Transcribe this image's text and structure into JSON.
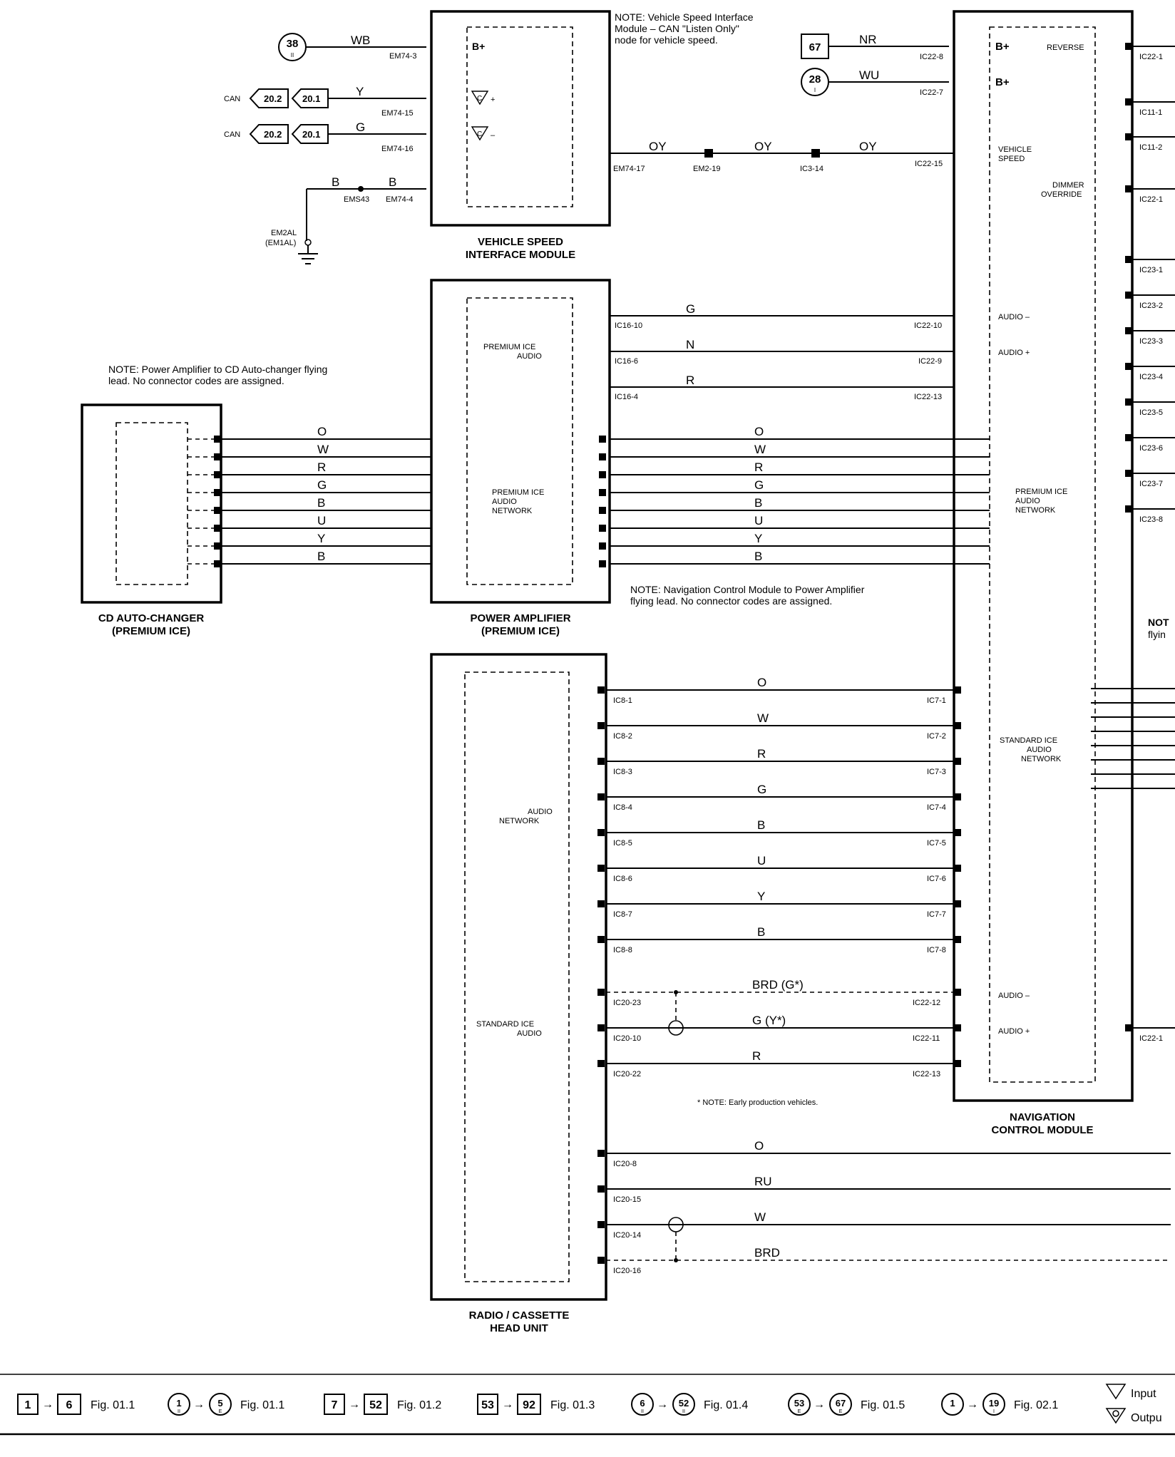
{
  "modules": {
    "vsim": {
      "title1": "VEHICLE SPEED",
      "title2": "INTERFACE MODULE",
      "pins": [
        "B+",
        "+",
        "–"
      ],
      "conns": [
        "EM74-3",
        "EM74-15",
        "EM74-16",
        "EM74-4",
        "EM74-17"
      ]
    },
    "amp": {
      "title1": "POWER AMPLIFIER",
      "title2": "(PREMIUM ICE)",
      "grp1": [
        "PREMIUM ICE",
        "AUDIO"
      ],
      "grp2": [
        "PREMIUM ICE",
        "AUDIO",
        "NETWORK"
      ],
      "conns": [
        "IC16-10",
        "IC16-6",
        "IC16-4"
      ]
    },
    "cd": {
      "title1": "CD AUTO-CHANGER",
      "title2": "(PREMIUM ICE)"
    },
    "radio": {
      "title1": "RADIO / CASSETTE",
      "title2": "HEAD UNIT",
      "grp1": [
        "AUDIO",
        "NETWORK"
      ],
      "grp2": [
        "STANDARD ICE",
        "AUDIO"
      ],
      "conns": [
        "IC8-1",
        "IC8-2",
        "IC8-3",
        "IC8-4",
        "IC8-5",
        "IC8-6",
        "IC8-7",
        "IC8-8",
        "IC20-23",
        "IC20-10",
        "IC20-22",
        "IC20-8",
        "IC20-15",
        "IC20-14",
        "IC20-16"
      ]
    },
    "nav": {
      "title1": "NAVIGATION",
      "title2": "CONTROL MODULE",
      "pins_left": [
        "B+",
        "B+",
        "VEHICLE",
        "SPEED",
        "AUDIO –",
        "AUDIO +",
        "AUDIO –",
        "AUDIO +"
      ],
      "grp_prem": [
        "PREMIUM ICE",
        "AUDIO",
        "NETWORK"
      ],
      "grp_std": [
        "STANDARD ICE",
        "AUDIO",
        "NETWORK"
      ],
      "pins_right": [
        "REVERSE",
        "DIMMER",
        "OVERRIDE"
      ],
      "conns_left": [
        "IC22-8",
        "IC22-7",
        "IC22-15",
        "IC22-10",
        "IC22-9",
        "IC22-13",
        "IC7-1",
        "IC7-2",
        "IC7-3",
        "IC7-4",
        "IC7-5",
        "IC7-6",
        "IC7-7",
        "IC7-8",
        "IC22-12",
        "IC22-11",
        "IC22-13"
      ],
      "conns_right": [
        "IC22-1",
        "IC11-1",
        "IC11-2",
        "IC22-1",
        "IC23-1",
        "IC23-2",
        "IC23-3",
        "IC23-4",
        "IC23-5",
        "IC23-6",
        "IC23-7",
        "IC23-8",
        "IC22-1"
      ]
    }
  },
  "wires": {
    "vsim_in": [
      "WB",
      "Y",
      "G",
      "B",
      "B"
    ],
    "speed": [
      "OY",
      "OY",
      "OY"
    ],
    "nav_in": [
      "NR",
      "WU"
    ],
    "amp_audio": [
      "G",
      "N",
      "R"
    ],
    "network": [
      "O",
      "W",
      "R",
      "G",
      "B",
      "U",
      "Y",
      "B"
    ],
    "std_audio": [
      "BRD (G*)",
      "G (Y*)",
      "R"
    ],
    "radio_out": [
      "O",
      "RU",
      "W",
      "BRD"
    ]
  },
  "connectors": {
    "splice": "EMS43",
    "em2_19": "EM2-19",
    "ic3_14": "IC3-14",
    "ground1": "EM2AL",
    "ground2": "(EM1AL)"
  },
  "refs": {
    "ref38": "38",
    "ref38_sub": "II",
    "ref67": "67",
    "ref28": "28",
    "ref28_sub": "I",
    "can": "CAN",
    "can_a": "20.2",
    "can_b": "20.1"
  },
  "notes": {
    "vsim_1": "NOTE: Vehicle Speed Interface",
    "vsim_2": "Module – CAN \"Listen Only\"",
    "vsim_3": "node for vehicle speed.",
    "amp_1": "NOTE: Power Amplifier to CD Auto-changer flying",
    "amp_2": "lead.  No connector codes are assigned.",
    "nav_1": "NOTE: Navigation Control Module to Power Amplifier",
    "nav_2": "flying lead.  No connector codes are assigned.",
    "early": "* NOTE: Early production vehicles.",
    "cut_1": "NOT",
    "cut_2": "flyin"
  },
  "legend": {
    "items": [
      {
        "a": "1",
        "b": "6",
        "fig": "Fig. 01.1",
        "shape": "box"
      },
      {
        "a": "1",
        "as": "II",
        "b": "5",
        "bs": "E",
        "fig": "Fig. 01.1",
        "shape": "circle"
      },
      {
        "a": "7",
        "b": "52",
        "fig": "Fig. 01.2",
        "shape": "box"
      },
      {
        "a": "53",
        "b": "92",
        "fig": "Fig. 01.3",
        "shape": "box"
      },
      {
        "a": "6",
        "as": "II",
        "b": "52",
        "bs": "II",
        "fig": "Fig. 01.4",
        "shape": "circle"
      },
      {
        "a": "53",
        "as": "E",
        "b": "67",
        "bs": "E",
        "fig": "Fig. 01.5",
        "shape": "circle"
      },
      {
        "a": "1",
        "as": "",
        "b": "19",
        "bs": "I",
        "fig": "Fig. 02.1",
        "shape": "circle"
      }
    ],
    "input": "Input",
    "output": "Outpu"
  }
}
